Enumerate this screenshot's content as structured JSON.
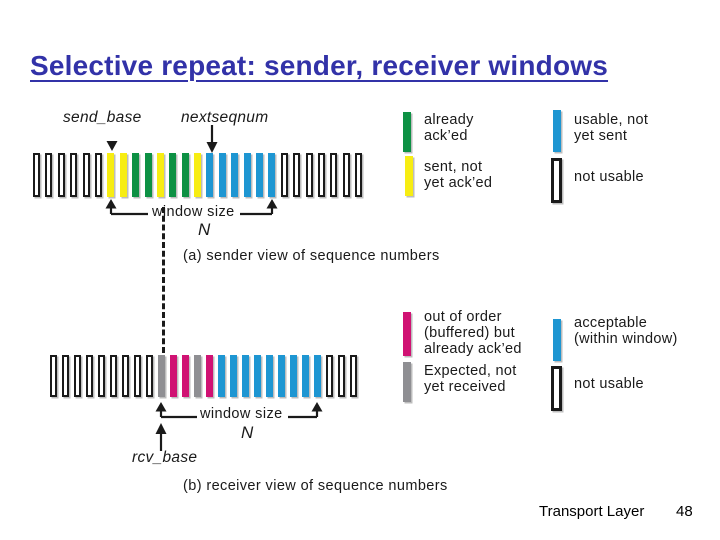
{
  "title": "Selective repeat: sender, receiver windows",
  "colors": {
    "already_acked": "#0d9144",
    "sent_not_acked": "#f7ed13",
    "usable_not_sent": "#1e96d2",
    "acceptable": "#1e96d2",
    "out_of_order": "#d01273",
    "expected_not_received": "#8f8f93",
    "not_usable": "#ffffff",
    "title_blue": "#3232a8"
  },
  "sender": {
    "send_base_label": "send_base",
    "nextseqnum_label": "nextseqnum",
    "window_size_label": "window size",
    "window_n": "N",
    "caption": "(a) sender view of sequence numbers",
    "bars": [
      "not_usable",
      "not_usable",
      "not_usable",
      "not_usable",
      "not_usable",
      "not_usable",
      "sent_not_acked",
      "sent_not_acked",
      "already_acked",
      "already_acked",
      "sent_not_acked",
      "already_acked",
      "already_acked",
      "sent_not_acked",
      "usable_not_sent",
      "usable_not_sent",
      "usable_not_sent",
      "usable_not_sent",
      "usable_not_sent",
      "usable_not_sent",
      "not_usable",
      "not_usable",
      "not_usable",
      "not_usable",
      "not_usable",
      "not_usable",
      "not_usable"
    ]
  },
  "receiver": {
    "rcv_base_label": "rcv_base",
    "window_size_label": "window size",
    "window_n": "N",
    "caption": "(b) receiver view of sequence numbers",
    "bars": [
      "not_usable",
      "not_usable",
      "not_usable",
      "not_usable",
      "not_usable",
      "not_usable",
      "not_usable",
      "not_usable",
      "not_usable",
      "expected_not_received",
      "out_of_order",
      "out_of_order",
      "expected_not_received",
      "out_of_order",
      "acceptable",
      "acceptable",
      "acceptable",
      "acceptable",
      "acceptable",
      "acceptable",
      "acceptable",
      "acceptable",
      "acceptable",
      "not_usable",
      "not_usable",
      "not_usable"
    ]
  },
  "legend_sender": [
    {
      "key": "already_acked",
      "lines": [
        "already",
        "ack’ed"
      ]
    },
    {
      "key": "usable_not_sent",
      "lines": [
        "usable, not",
        "yet sent"
      ]
    },
    {
      "key": "sent_not_acked",
      "lines": [
        "sent, not",
        "yet ack’ed"
      ]
    },
    {
      "key": "not_usable",
      "lines": [
        "not usable"
      ]
    }
  ],
  "legend_receiver": [
    {
      "key": "out_of_order",
      "lines": [
        "out of order",
        "(buffered) but",
        "already ack’ed"
      ]
    },
    {
      "key": "acceptable",
      "lines": [
        "acceptable",
        "(within window)"
      ]
    },
    {
      "key": "expected_not_received",
      "lines": [
        "Expected,  not",
        "yet received"
      ]
    },
    {
      "key": "not_usable",
      "lines": [
        "not usable"
      ]
    }
  ],
  "footer": {
    "section": "Transport Layer",
    "page": "48"
  }
}
